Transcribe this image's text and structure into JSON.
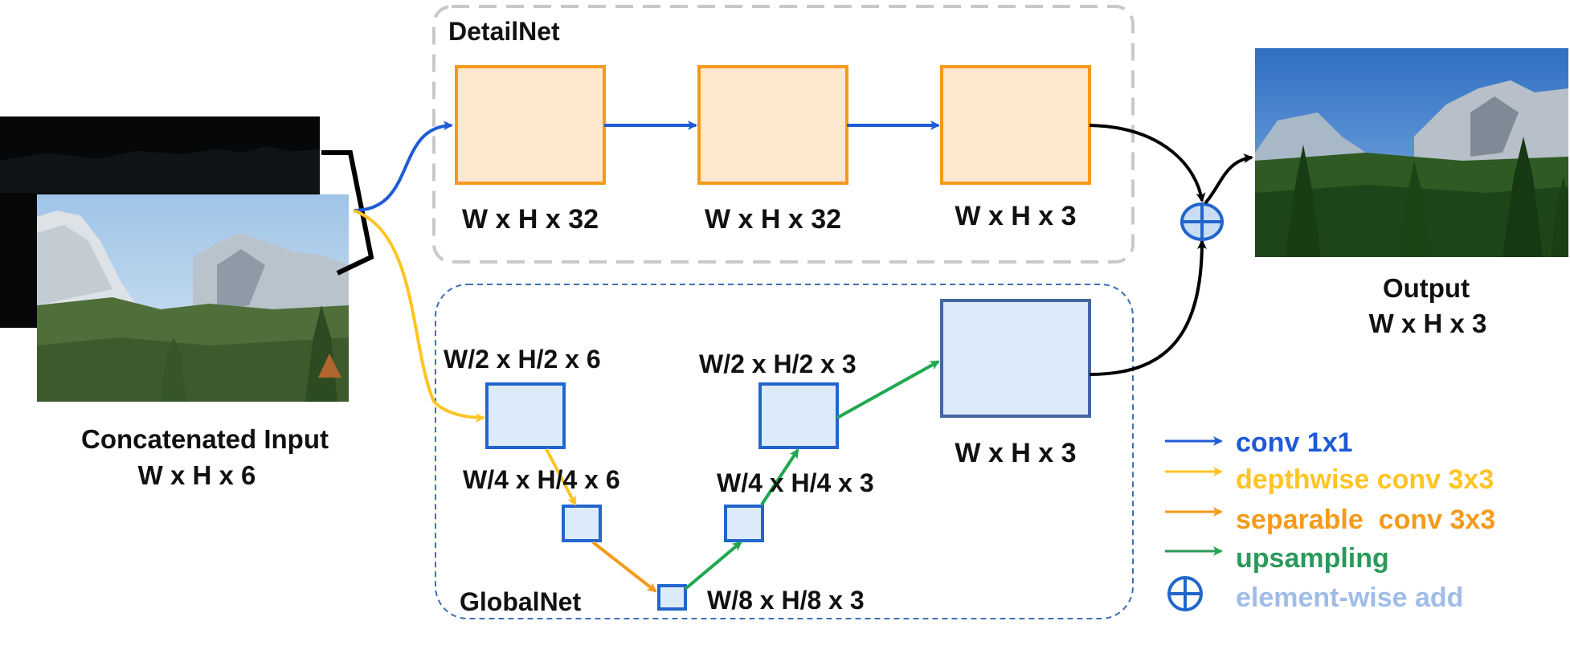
{
  "input": {
    "caption_line1": "Concatenated Input",
    "caption_line2": "W x H x 6"
  },
  "detailnet": {
    "title": "DetailNet",
    "block_labels": [
      "W x H x 32",
      "W x H x 32",
      "W x H x 3"
    ]
  },
  "globalnet": {
    "title": "GlobalNet",
    "labels": {
      "down1": "W/2 x H/2 x 6",
      "down2": "W/4 x H/4 x 6",
      "bottom": "W/8 x H/8 x 3",
      "up1": "W/4 x H/4 x 3",
      "up2": "W/2 x H/2 x 3",
      "full": "W x H x 3"
    }
  },
  "output": {
    "caption_line1": "Output",
    "caption_line2": "W x H x 3"
  },
  "legend": {
    "items": [
      {
        "label": "conv 1x1",
        "color": "#1f5bd6"
      },
      {
        "label": "depthwise conv 3x3",
        "color": "#ffc425"
      },
      {
        "label": "separable  conv 3x3",
        "color": "#f59a1b"
      },
      {
        "label": "upsampling",
        "color": "#2a9a5b"
      },
      {
        "label": "element-wise add",
        "color": "#9fbde8"
      }
    ]
  },
  "colors": {
    "detail_fill": "#fde8cf",
    "detail_stroke": "#f59a1b",
    "global_fill": "#dcebfa",
    "global_stroke": "#2266cc",
    "full_stroke": "#44679e"
  }
}
